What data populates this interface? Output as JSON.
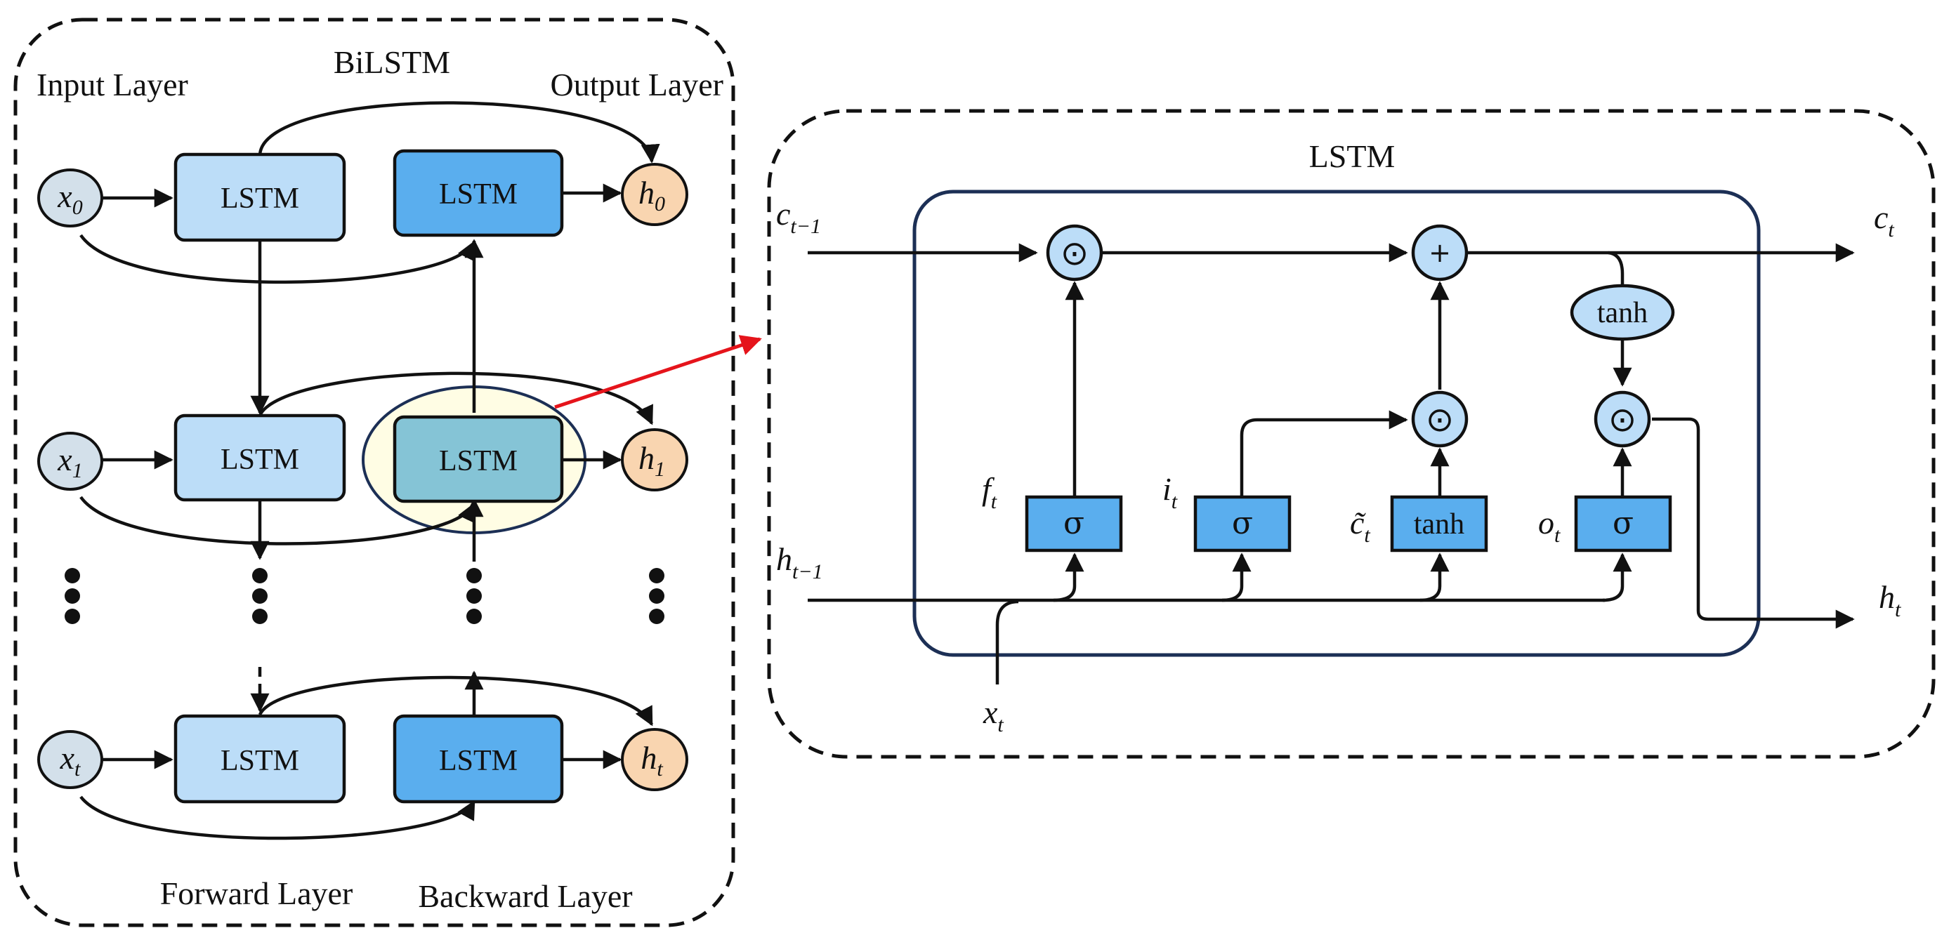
{
  "bilstm": {
    "title": "BiLSTM",
    "input_label": "Input Layer",
    "output_label": "Output Layer",
    "forward_label": "Forward Layer",
    "backward_label": "Backward Layer",
    "cell_label": "LSTM",
    "rows": [
      {
        "x": "x",
        "x_sub": "0",
        "h": "h",
        "h_sub": "0"
      },
      {
        "x": "x",
        "x_sub": "1",
        "h": "h",
        "h_sub": "1"
      },
      {
        "x": "x",
        "x_sub": "t",
        "h": "h",
        "h_sub": "t"
      }
    ]
  },
  "lstm": {
    "title": "LSTM",
    "c_prev": "c",
    "c_prev_sub": "t−1",
    "c_out": "c",
    "c_out_sub": "t",
    "h_prev": "h",
    "h_prev_sub": "t−1",
    "h_out": "h",
    "h_out_sub": "t",
    "x_in": "x",
    "x_in_sub": "t",
    "ops": {
      "mult": "⊙",
      "add": "+",
      "tanh": "tanh"
    },
    "gates": [
      {
        "sym": "f",
        "sub": "t",
        "fn": "σ"
      },
      {
        "sym": "i",
        "sub": "t",
        "fn": "σ"
      },
      {
        "sym": "c̃",
        "sub": "t",
        "fn": "tanh"
      },
      {
        "sym": "o",
        "sub": "t",
        "fn": "σ"
      }
    ]
  },
  "colors": {
    "forward_cell": "#BCDDF8",
    "backward_cell": "#5AAEEE",
    "highlight_cell": "#85C4D6",
    "highlight_ellipse": "#FFFDE4",
    "input_node": "#D3E0EA",
    "output_node": "#F9D5B0",
    "gate_box": "#5AAEEE",
    "op_circle": "#BCDDF8",
    "link_arrow": "#E5141B"
  }
}
